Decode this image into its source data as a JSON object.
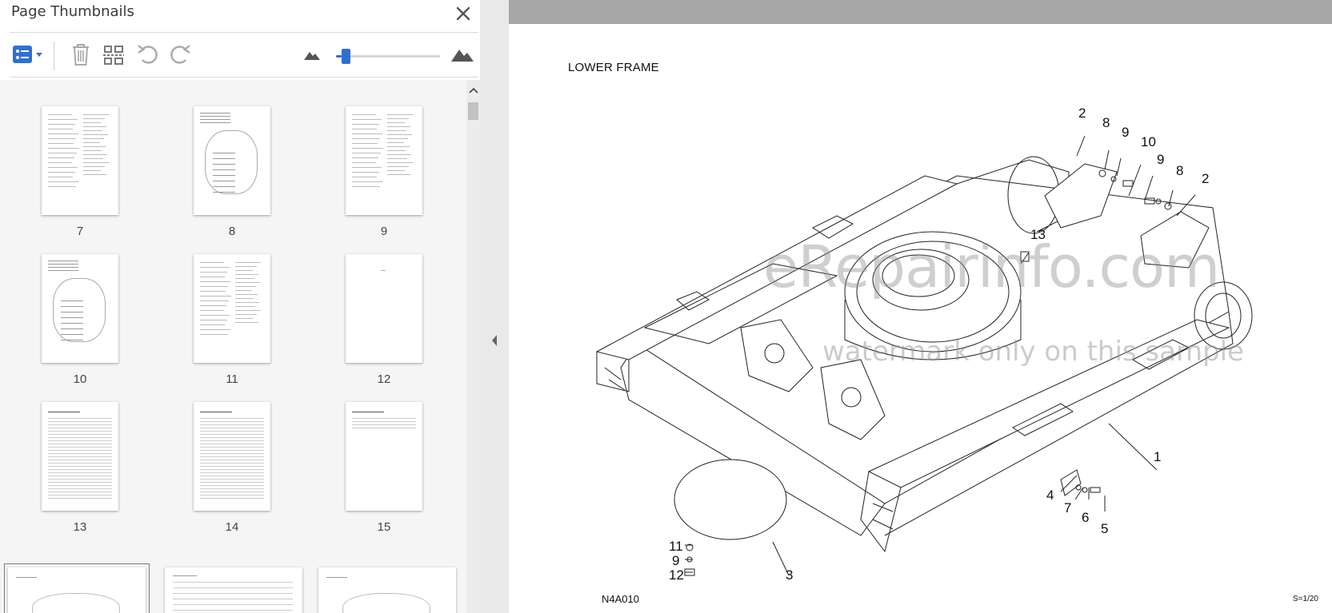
{
  "panel": {
    "title": "Page Thumbnails",
    "toolbar": {
      "options_icon": "list-options-icon",
      "delete_icon": "trash-icon",
      "extract_icon": "extract-pages-icon",
      "undo_icon": "undo-icon",
      "redo_icon": "redo-icon",
      "zoom_out_icon": "small-mountain-icon",
      "zoom_in_icon": "large-mountain-icon",
      "zoom_level": 0.05
    },
    "thumbnails": [
      {
        "label": "7",
        "kind": "text"
      },
      {
        "label": "8",
        "kind": "diagram"
      },
      {
        "label": "9",
        "kind": "text"
      },
      {
        "label": "10",
        "kind": "diagram"
      },
      {
        "label": "11",
        "kind": "text"
      },
      {
        "label": "12",
        "kind": "blank"
      },
      {
        "label": "13",
        "kind": "toc"
      },
      {
        "label": "14",
        "kind": "toc"
      },
      {
        "label": "15",
        "kind": "toc-short"
      }
    ],
    "partial_thumbnails": [
      {
        "kind": "drawing",
        "selected": true
      },
      {
        "kind": "parts-table",
        "selected": false
      },
      {
        "kind": "drawing",
        "selected": false
      }
    ]
  },
  "document": {
    "title": "LOWER FRAME",
    "drawing_code": "N4A010",
    "scale_note": "S=1/20",
    "watermark": "eRepairinfo.com",
    "watermark_sub": "watermark only on this sample",
    "callouts": [
      "2",
      "8",
      "9",
      "10",
      "9",
      "8",
      "2",
      "13",
      "1",
      "4",
      "7",
      "6",
      "5",
      "11",
      "9",
      "12",
      "3"
    ]
  },
  "colors": {
    "accent": "#2f6fd1",
    "doc_topbar": "#a7a7a7",
    "thumb_bg": "#f5f5f5"
  }
}
